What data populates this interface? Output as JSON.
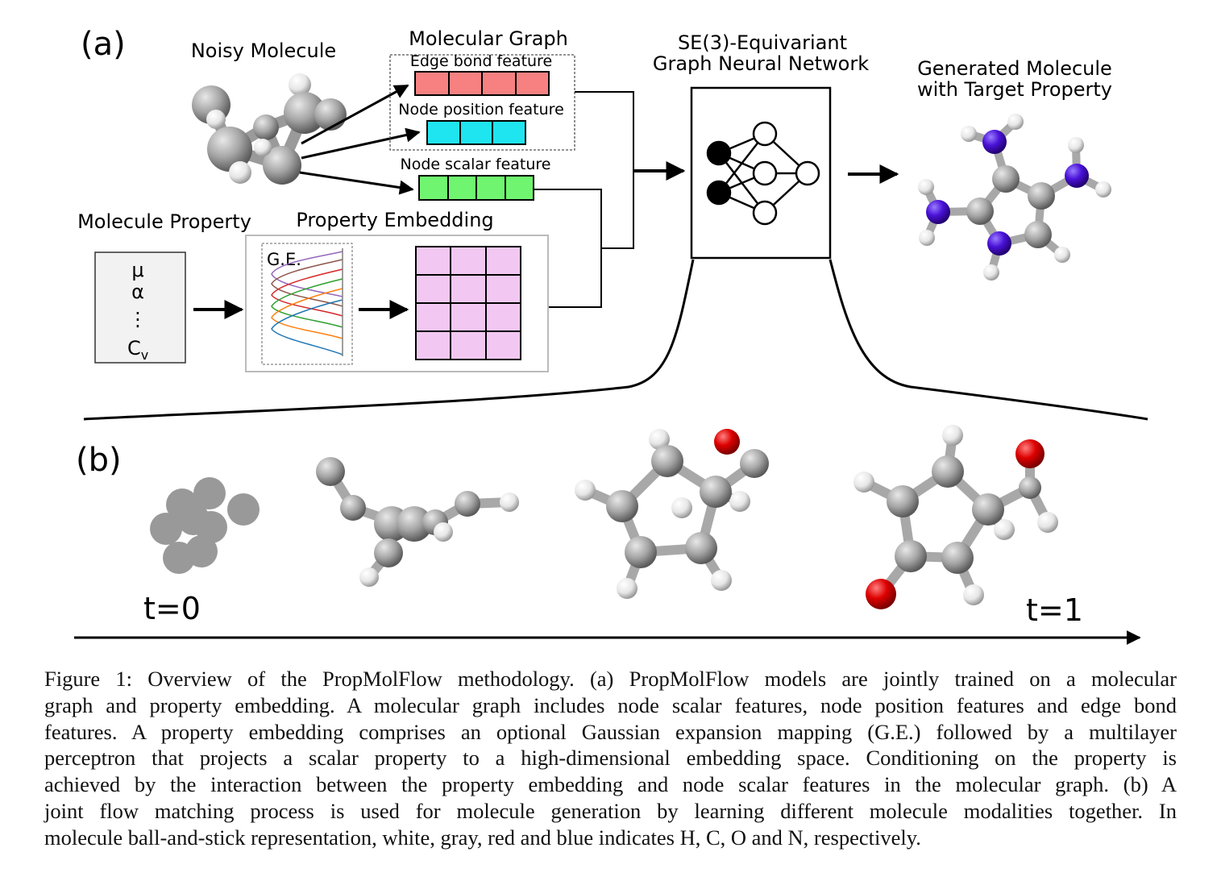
{
  "panel_a": {
    "label": "(a)",
    "noisy_molecule": "Noisy Molecule",
    "molecular_graph": "Molecular Graph",
    "edge_feature": "Edge bond feature",
    "node_position_feature": "Node position feature",
    "node_scalar_feature": "Node scalar feature",
    "gnn_title_1": "SE(3)-Equivariant",
    "gnn_title_2": "Graph Neural Network",
    "generated_1": "Generated Molecule",
    "generated_2": "with Target Property",
    "molecule_property": "Molecule Property",
    "property_embedding": "Property Embedding",
    "property_symbols": [
      "μ",
      "α",
      "⋮",
      "C"
    ],
    "cv_subscript": "v",
    "ge_label": "G.E."
  },
  "panel_b": {
    "label": "(b)",
    "t_start": "t=0",
    "t_end": "t=1"
  },
  "colors": {
    "edge_feature": "#f78181",
    "node_position": "#1fe5f0",
    "node_scalar": "#6ff56f",
    "embedding": "#f2c8f2",
    "hydrogen": "#ffffff",
    "carbon": "#a8a8a8",
    "oxygen": "#d40000",
    "nitrogen": "#4a0fd6"
  },
  "caption": {
    "lines": [
      "Figure 1: Overview of the PropMolFlow methodology. (a) PropMolFlow models are jointly trained on a molecular",
      "graph and property embedding. A molecular graph includes node scalar features, node position features and edge bond",
      "features. A property embedding comprises an optional Gaussian expansion mapping (G.E.) followed by a multilayer",
      "perceptron that projects a scalar property to a high-dimensional embedding space. Conditioning on the property is",
      "achieved by the interaction between the property embedding and node scalar features in the molecular graph. (b) A",
      "joint flow matching process is used for molecule generation by learning different molecule modalities together. In",
      "molecule ball-and-stick representation, white, gray, red and blue indicates H, C, O and N, respectively."
    ]
  }
}
